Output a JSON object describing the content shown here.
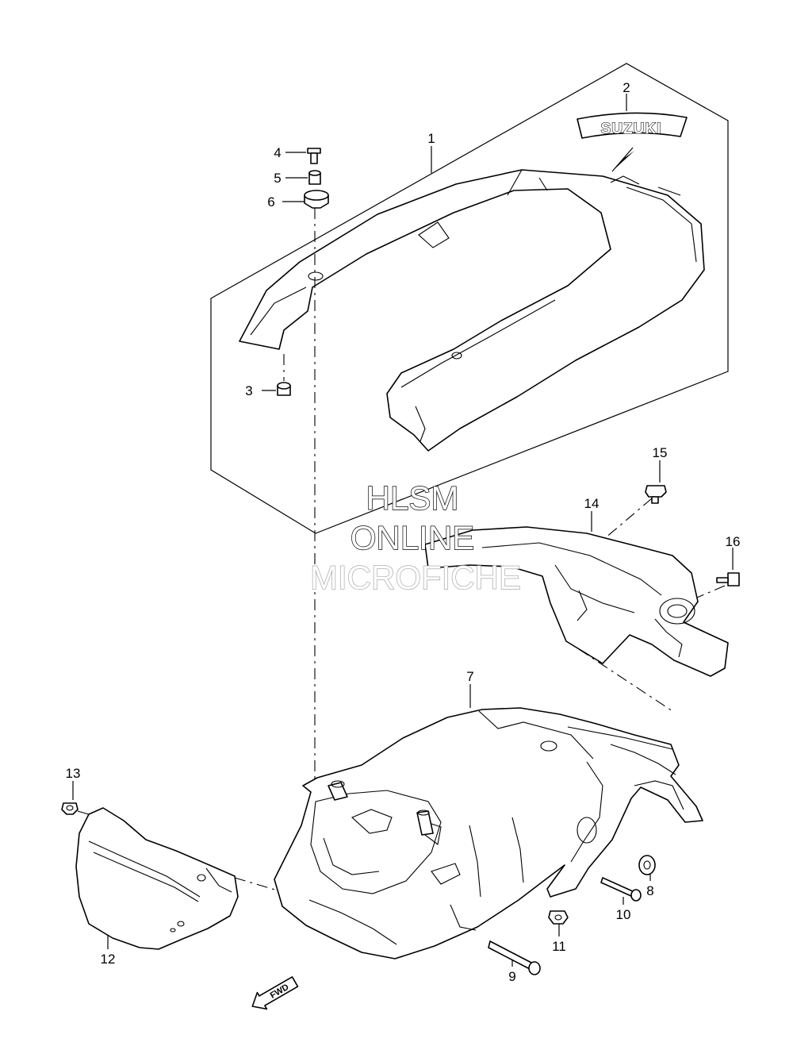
{
  "callouts": {
    "p1": "1",
    "p2": "2",
    "p3": "3",
    "p4": "4",
    "p5": "5",
    "p6": "6",
    "p7": "7",
    "p8": "8",
    "p9": "9",
    "p10": "10",
    "p11": "11",
    "p12": "12",
    "p13": "13",
    "p14": "14",
    "p15": "15",
    "p16": "16"
  },
  "emblem_text": "SUZUKI",
  "fwd_label": "FWD",
  "watermark": {
    "line1": "HLSM",
    "line2": "ONLINE",
    "line3": "MICROFICHE"
  }
}
